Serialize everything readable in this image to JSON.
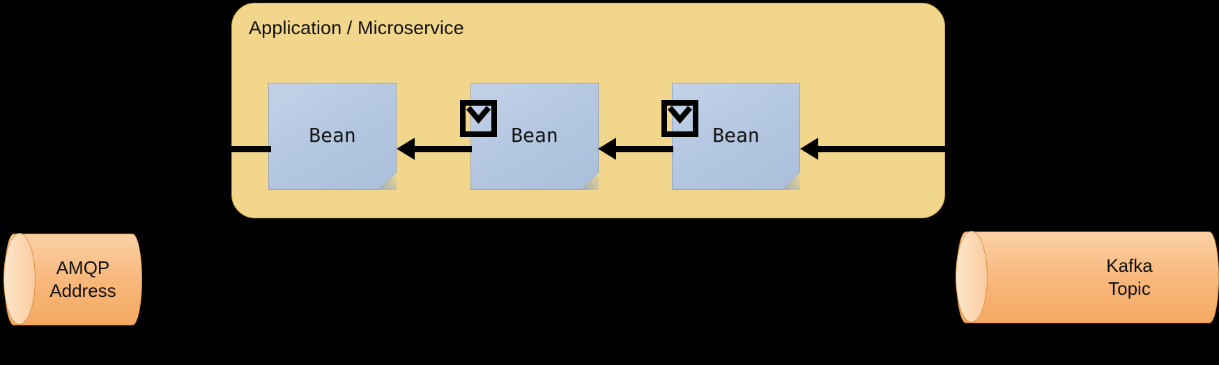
{
  "diagram": {
    "title": "Application / Microservice",
    "background_color": "#000000"
  },
  "app_panel": {
    "title": "Application / Microservice",
    "fill_color": "#f2d68c",
    "border_color": "#d4a93c"
  },
  "beans": [
    {
      "id": "bean-1",
      "label": "Bean"
    },
    {
      "id": "bean-2",
      "label": "Bean"
    },
    {
      "id": "bean-3",
      "label": "Bean"
    }
  ],
  "bean_style": {
    "fill_color": "#b3c6e0",
    "border_color": "#8fa5bf"
  },
  "icons": [
    {
      "id": "envelope-1",
      "name": "envelope-icon"
    },
    {
      "id": "envelope-2",
      "name": "envelope-icon"
    }
  ],
  "arrows": [
    {
      "id": "arrow-in-left",
      "direction": "left",
      "from": "app-panel-edge",
      "to": "bean-1"
    },
    {
      "id": "arrow-a",
      "direction": "left",
      "from": "bean-2",
      "to": "bean-1"
    },
    {
      "id": "arrow-b",
      "direction": "left",
      "from": "bean-3",
      "to": "bean-2"
    },
    {
      "id": "arrow-in-right",
      "direction": "left",
      "from": "app-panel-edge",
      "to": "bean-3"
    }
  ],
  "endpoints": {
    "left": {
      "name": "amqp-address",
      "line1": "AMQP",
      "line2": "Address",
      "fill_color": "#f8b87c",
      "border_color": "#d98f3f"
    },
    "right": {
      "name": "kafka-topic",
      "line1": "Kafka",
      "line2": "Topic",
      "fill_color": "#f8b87c",
      "border_color": "#d98f3f"
    }
  }
}
